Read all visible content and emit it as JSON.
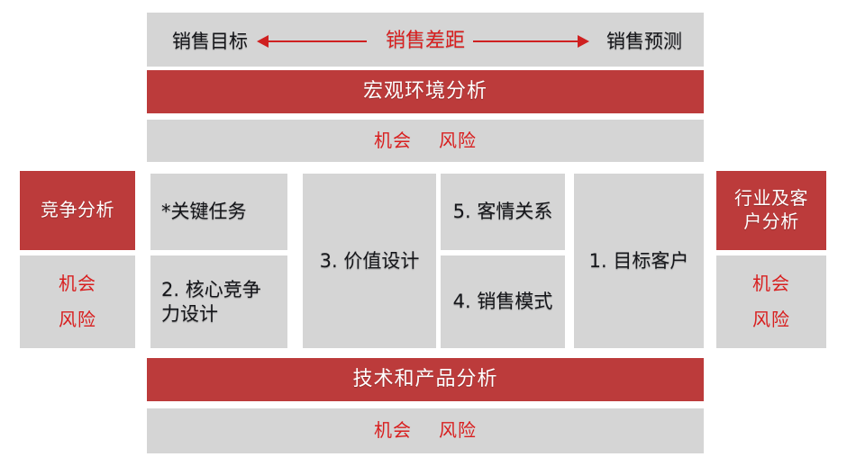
{
  "colors": {
    "red": "#bc3b3b",
    "gray": "#d5d5d5",
    "red_text": "#d81f1f",
    "dark_text": "#15161a",
    "background": "#ffffff"
  },
  "top_strip": {
    "left_label": "销售目标",
    "gap_label": "销售差距",
    "right_label": "销售预测",
    "left_arrow_icon": "arrow-left-icon",
    "right_arrow_icon": "arrow-right-icon"
  },
  "macro": {
    "banner": "宏观环境分析",
    "opportunity": "机会",
    "risk": "风险"
  },
  "technology": {
    "banner": "技术和产品分析",
    "opportunity": "机会",
    "risk": "风险"
  },
  "left_panel": {
    "title": "竞争分析",
    "opportunity": "机会",
    "risk": "风险"
  },
  "right_panel": {
    "title": "行业及客户分析",
    "opportunity": "机会",
    "risk": "风险"
  },
  "center_cells": {
    "key_task": "*关键任务",
    "core_competence": "2. 核心竞争力设计",
    "value_design": "3. 价值设计",
    "customer_relation": "5. 客情关系",
    "sales_mode": "4. 销售模式",
    "target_customer": "1. 目标客户"
  }
}
